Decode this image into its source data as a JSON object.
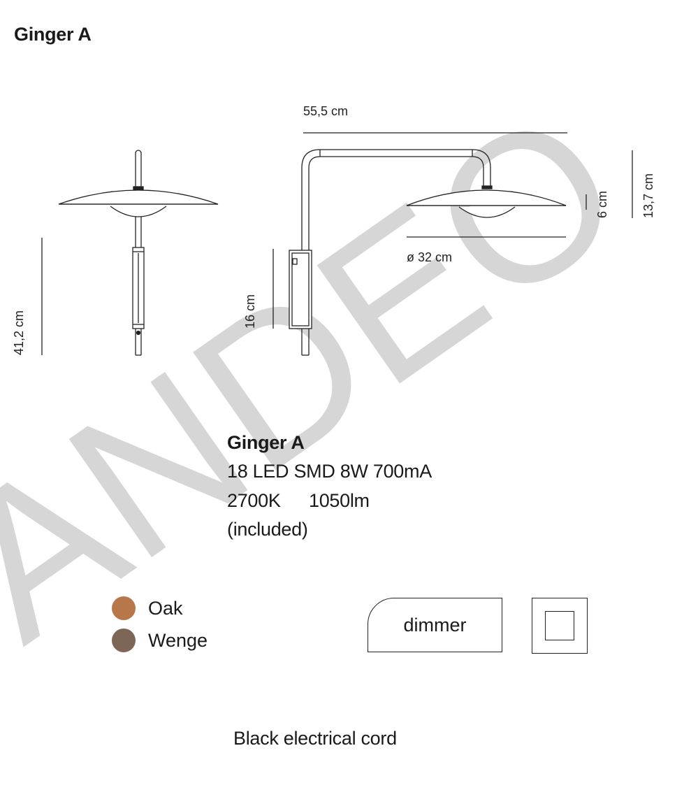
{
  "page": {
    "title": "Ginger A",
    "watermark": "ANDEO"
  },
  "dimensions": {
    "width_arm": "55,5 cm",
    "height_shade": "6 cm",
    "height_total_head": "13,7 cm",
    "diameter": "ø 32 cm",
    "height_base": "16 cm",
    "height_front": "41,2 cm"
  },
  "specs": {
    "name": "Ginger A",
    "led": "18 LED SMD 8W 700mA",
    "temperature": "2700K",
    "lumens": "1050lm",
    "note": "(included)"
  },
  "finishes": [
    {
      "label": "Oak",
      "color": "#b8774a"
    },
    {
      "label": "Wenge",
      "color": "#7d6656"
    }
  ],
  "badges": {
    "dimmer": "dimmer",
    "class2_icon": "double-square-icon"
  },
  "footer": {
    "cord": "Black electrical cord"
  },
  "colors": {
    "line": "#222222",
    "watermark": "#cfcfcf"
  }
}
